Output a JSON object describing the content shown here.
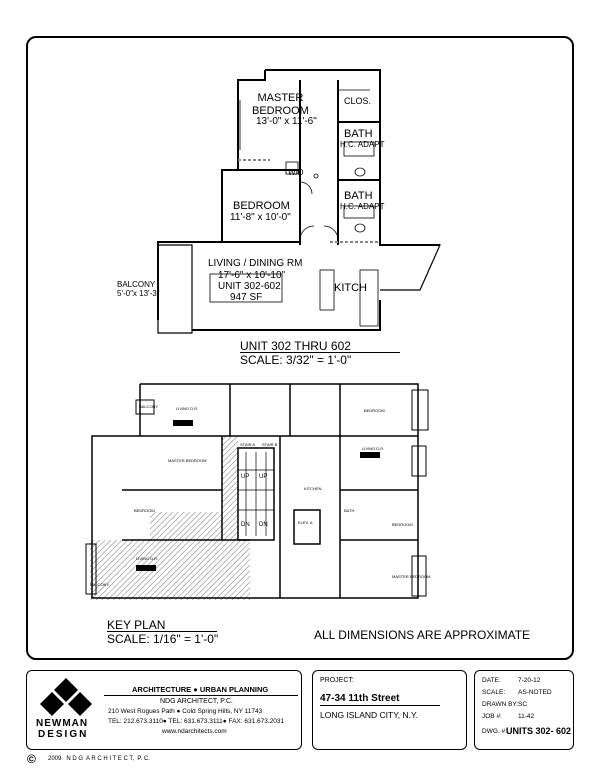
{
  "unit_plan": {
    "rooms": {
      "master_bedroom": "MASTER\nBEDROOM",
      "master_bedroom_dims": "13'-0\" x 11'-6\"",
      "closet": "CLOS.",
      "bath1": "BATH",
      "bath1_note": "H.C. ADAPT",
      "bath2": "BATH",
      "bath2_note": "H.C. ADAPT",
      "wd": "W/D",
      "bedroom": "BEDROOM",
      "bedroom_dims": "11'-8\" x 10'-0\"",
      "living": "LIVING / DINING RM",
      "living_dims": "17'-6\" x 10'-10\"",
      "unit_name": "UNIT 302-602",
      "unit_area": "947 SF",
      "kitchen": "KITCH",
      "balcony": "BALCONY",
      "balcony_dims": "5'-0\"x 13'-3\""
    },
    "title": "UNIT 302 THRU 602",
    "scale": "SCALE: 3/32\" = 1'-0\""
  },
  "key_plan": {
    "title": "KEY PLAN",
    "scale": "SCALE: 1/16\" = 1'-0\"",
    "note": "ALL DIMENSIONS ARE APPROXIMATE",
    "labels": {
      "balcony_top": "BALCONY",
      "living_top": "LIVING D.R.",
      "bedroom_top": "BEDROOM",
      "master_bedroom_left": "MASTER BEDROOM",
      "bedroom_left": "BEDROOM",
      "balcony_bottom": "BALCONY",
      "living_bottom": "LIVING D.R.",
      "living_right": "LIVING D.R.",
      "kitchen": "KITCHEN",
      "bedroom_right": "BEDROOM",
      "master_bedroom_right": "MASTER BEDROOM",
      "bath": "BATH",
      "elev": "ELEV. A",
      "stair_a": "STAIR A",
      "stair_b": "STAIR B",
      "up1": "UP",
      "up2": "UP",
      "dn1": "DN",
      "dn2": "DN"
    }
  },
  "title_block": {
    "firm": {
      "logo_name": "NEWMAN",
      "logo_sub": "DESIGN",
      "tagline": "ARCHITECTURE ● URBAN PLANNING",
      "name": "NDG ARCHITECT, P.C.",
      "address": "210 West Rogues Path ● Cold Spring Hills, NY 11743",
      "phones": "TEL: 212.673.3110● TEL: 631.673.3111● FAX: 631.673.2031",
      "web": "www.ndarchitects.com"
    },
    "project": {
      "label": "PROJECT:",
      "name": "47-34 11th Street",
      "city": "LONG ISLAND CITY, N.Y."
    },
    "info": {
      "date_label": "DATE:",
      "date": "7-20-12",
      "scale_label": "SCALE:",
      "scale": "AS-NOTED",
      "drawn_label": "DRAWN BY:",
      "drawn": "SC",
      "job_label": "JOB #:",
      "job": "11-42",
      "dwg_label": "DWG. #:",
      "dwg": "UNITS 302- 602"
    },
    "copyright": "©",
    "copyright_text": "2009   N D G  A R C H I T E C T,  P. C."
  }
}
